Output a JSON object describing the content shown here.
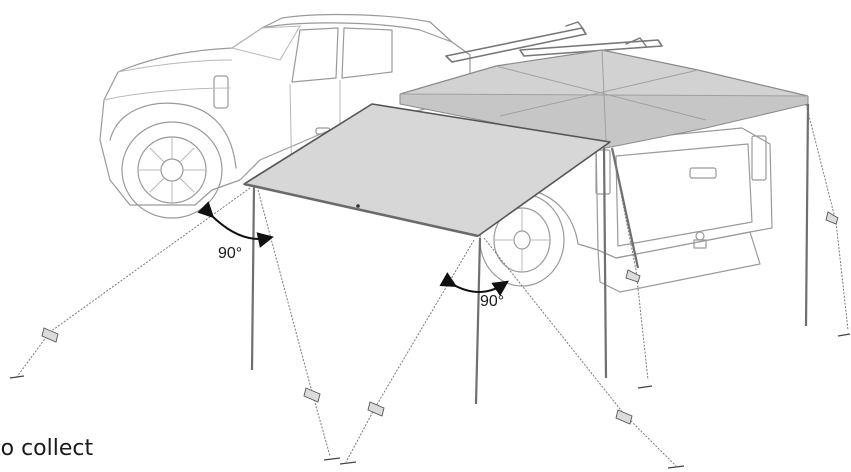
{
  "angle_labels": {
    "left": "90°",
    "right": "90°"
  },
  "caption": "to collect",
  "colors": {
    "awning_fill": "#d7d7d7",
    "canopy_fill": "#d2d2d2",
    "truck_stroke": "#9a9a9a",
    "pole_stroke": "#6f6f6f"
  }
}
